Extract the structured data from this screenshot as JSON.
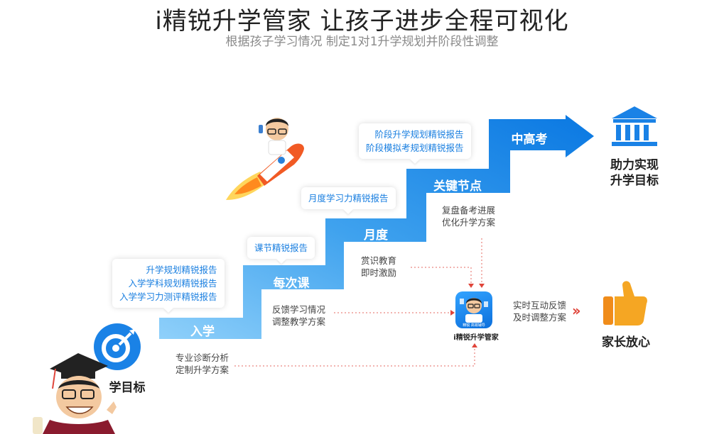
{
  "header": {
    "title": "i精锐升学管家 让孩子进步全程可视化",
    "subtitle": "根据孩子学习情况 制定1对1升学规划并阶段性调整"
  },
  "colors": {
    "stair_light": "#6bbdf5",
    "stair_dark": "#0d7ee6",
    "bubble_text": "#1a7fe0",
    "dotted_arrow": "#e0453a",
    "thumb": "#f5a623",
    "building": "#1a82e6"
  },
  "steps": [
    {
      "label": "入学"
    },
    {
      "label": "每次课"
    },
    {
      "label": "月度"
    },
    {
      "label": "关键节点"
    },
    {
      "label": "中高考"
    }
  ],
  "bubbles": {
    "enroll": [
      "升学规划精锐报告",
      "入学学科规划精锐报告",
      "入学学习力测评精锐报告"
    ],
    "lesson": [
      "课节精锐报告"
    ],
    "monthly": [
      "月度学习力精锐报告"
    ],
    "key": [
      "阶段升学规划精锐报告",
      "阶段模拟考规划精锐报告"
    ]
  },
  "notes": {
    "diagnose": [
      "专业诊断分析",
      "定制升学方案"
    ],
    "feedback": [
      "反馈学习情况",
      "调整教学方案"
    ],
    "praise": [
      "赏识教育",
      "即时激励"
    ],
    "review": [
      "复盘备考进展",
      "优化升学方案"
    ],
    "interact": [
      "实时互动反馈",
      "及时调整方案"
    ]
  },
  "labels": {
    "goal": "学目标",
    "achieve": [
      "助力实现",
      "升学目标"
    ],
    "parent": "家长放心",
    "app": "i精锐升学管家",
    "app_badge": "精锐 高端辅导"
  },
  "icons": {
    "target": "target-icon",
    "building": "bank-building-icon",
    "thumb": "thumbs-up-icon",
    "rocket": "rocket-icon",
    "app": "app-icon",
    "mascot": "graduate-mascot"
  }
}
